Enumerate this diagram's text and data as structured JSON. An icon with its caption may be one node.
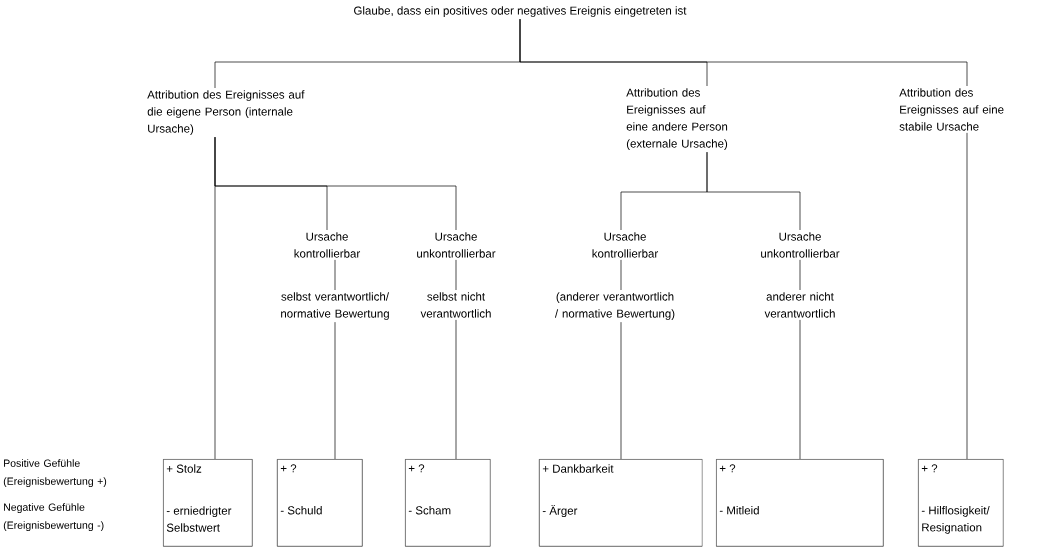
{
  "diagram": {
    "nodes": [
      {
        "text": [
          "Glaube, dass ein positives oder negatives Ereignis eingetreten ist"
        ]
      },
      {
        "text": [
          "Attribution des Ereignisses auf die eigene Person (internale Ursache)"
        ]
      },
      {
        "text": [
          "Attribution des Ereignisses auf eine andere Person (externale Ursache)"
        ]
      },
      {
        "text": [
          "Attribution des Ereignisses auf eine stabile Ursache"
        ]
      },
      {
        "text": [
          "Ursache kontrollierbar"
        ]
      },
      {
        "text": [
          "Ursache unkontrollierbar"
        ]
      },
      {
        "text": [
          "selbst verantwortlich/ normative Bewertung"
        ]
      },
      {
        "text": [
          "selbst nicht verantwortlich"
        ]
      },
      {
        "text": [
          "Ursache kontrollierbar"
        ]
      },
      {
        "text": [
          "Ursache unkontrollierbar"
        ]
      },
      {
        "text": [
          "(anderer verantwortlich / normative Bewertung)"
        ]
      },
      {
        "text": [
          "anderer nicht verantwortlich"
        ]
      },
      {
        "text": [
          "+ Stolz",
          "- erniedrigter Selbstwert"
        ]
      },
      {
        "text": [
          "+ ?",
          "- Schuld"
        ]
      },
      {
        "text": [
          "+ ?",
          "- Scham"
        ]
      },
      {
        "text": [
          "+ Dankbarkeit",
          "- Ärger"
        ]
      },
      {
        "text": [
          "+ ?",
          "- Mitleid"
        ]
      },
      {
        "text": [
          "+ ?",
          "- Hilflosigkeit/ Resignation"
        ]
      }
    ],
    "edges": [
      {
        "from": 0,
        "to": 1,
        "arrow": "none"
      },
      {
        "from": 0,
        "to": 2,
        "arrow": "none"
      },
      {
        "from": 0,
        "to": 3,
        "arrow": "none"
      },
      {
        "from": 1,
        "to": 4,
        "arrow": "none"
      },
      {
        "from": 1,
        "to": 5,
        "arrow": "none"
      },
      {
        "from": 1,
        "to": 12,
        "arrow": "none"
      },
      {
        "from": 4,
        "to": 6,
        "arrow": "none"
      },
      {
        "from": 5,
        "to": 7,
        "arrow": "none"
      },
      {
        "from": 6,
        "to": 13,
        "arrow": "none"
      },
      {
        "from": 7,
        "to": 14,
        "arrow": "none"
      },
      {
        "from": 2,
        "to": 8,
        "arrow": "none"
      },
      {
        "from": 2,
        "to": 9,
        "arrow": "none"
      },
      {
        "from": 8,
        "to": 10,
        "arrow": "none"
      },
      {
        "from": 9,
        "to": 11,
        "arrow": "none"
      },
      {
        "from": 10,
        "to": 15,
        "arrow": "none"
      },
      {
        "from": 11,
        "to": 16,
        "arrow": "none"
      },
      {
        "from": 3,
        "to": 17,
        "arrow": "none"
      }
    ],
    "labels": [
      "Positive Gefühle (Ereignisbewertung +)",
      "Negative Gefühle (Ereignisbewertung -)"
    ]
  }
}
